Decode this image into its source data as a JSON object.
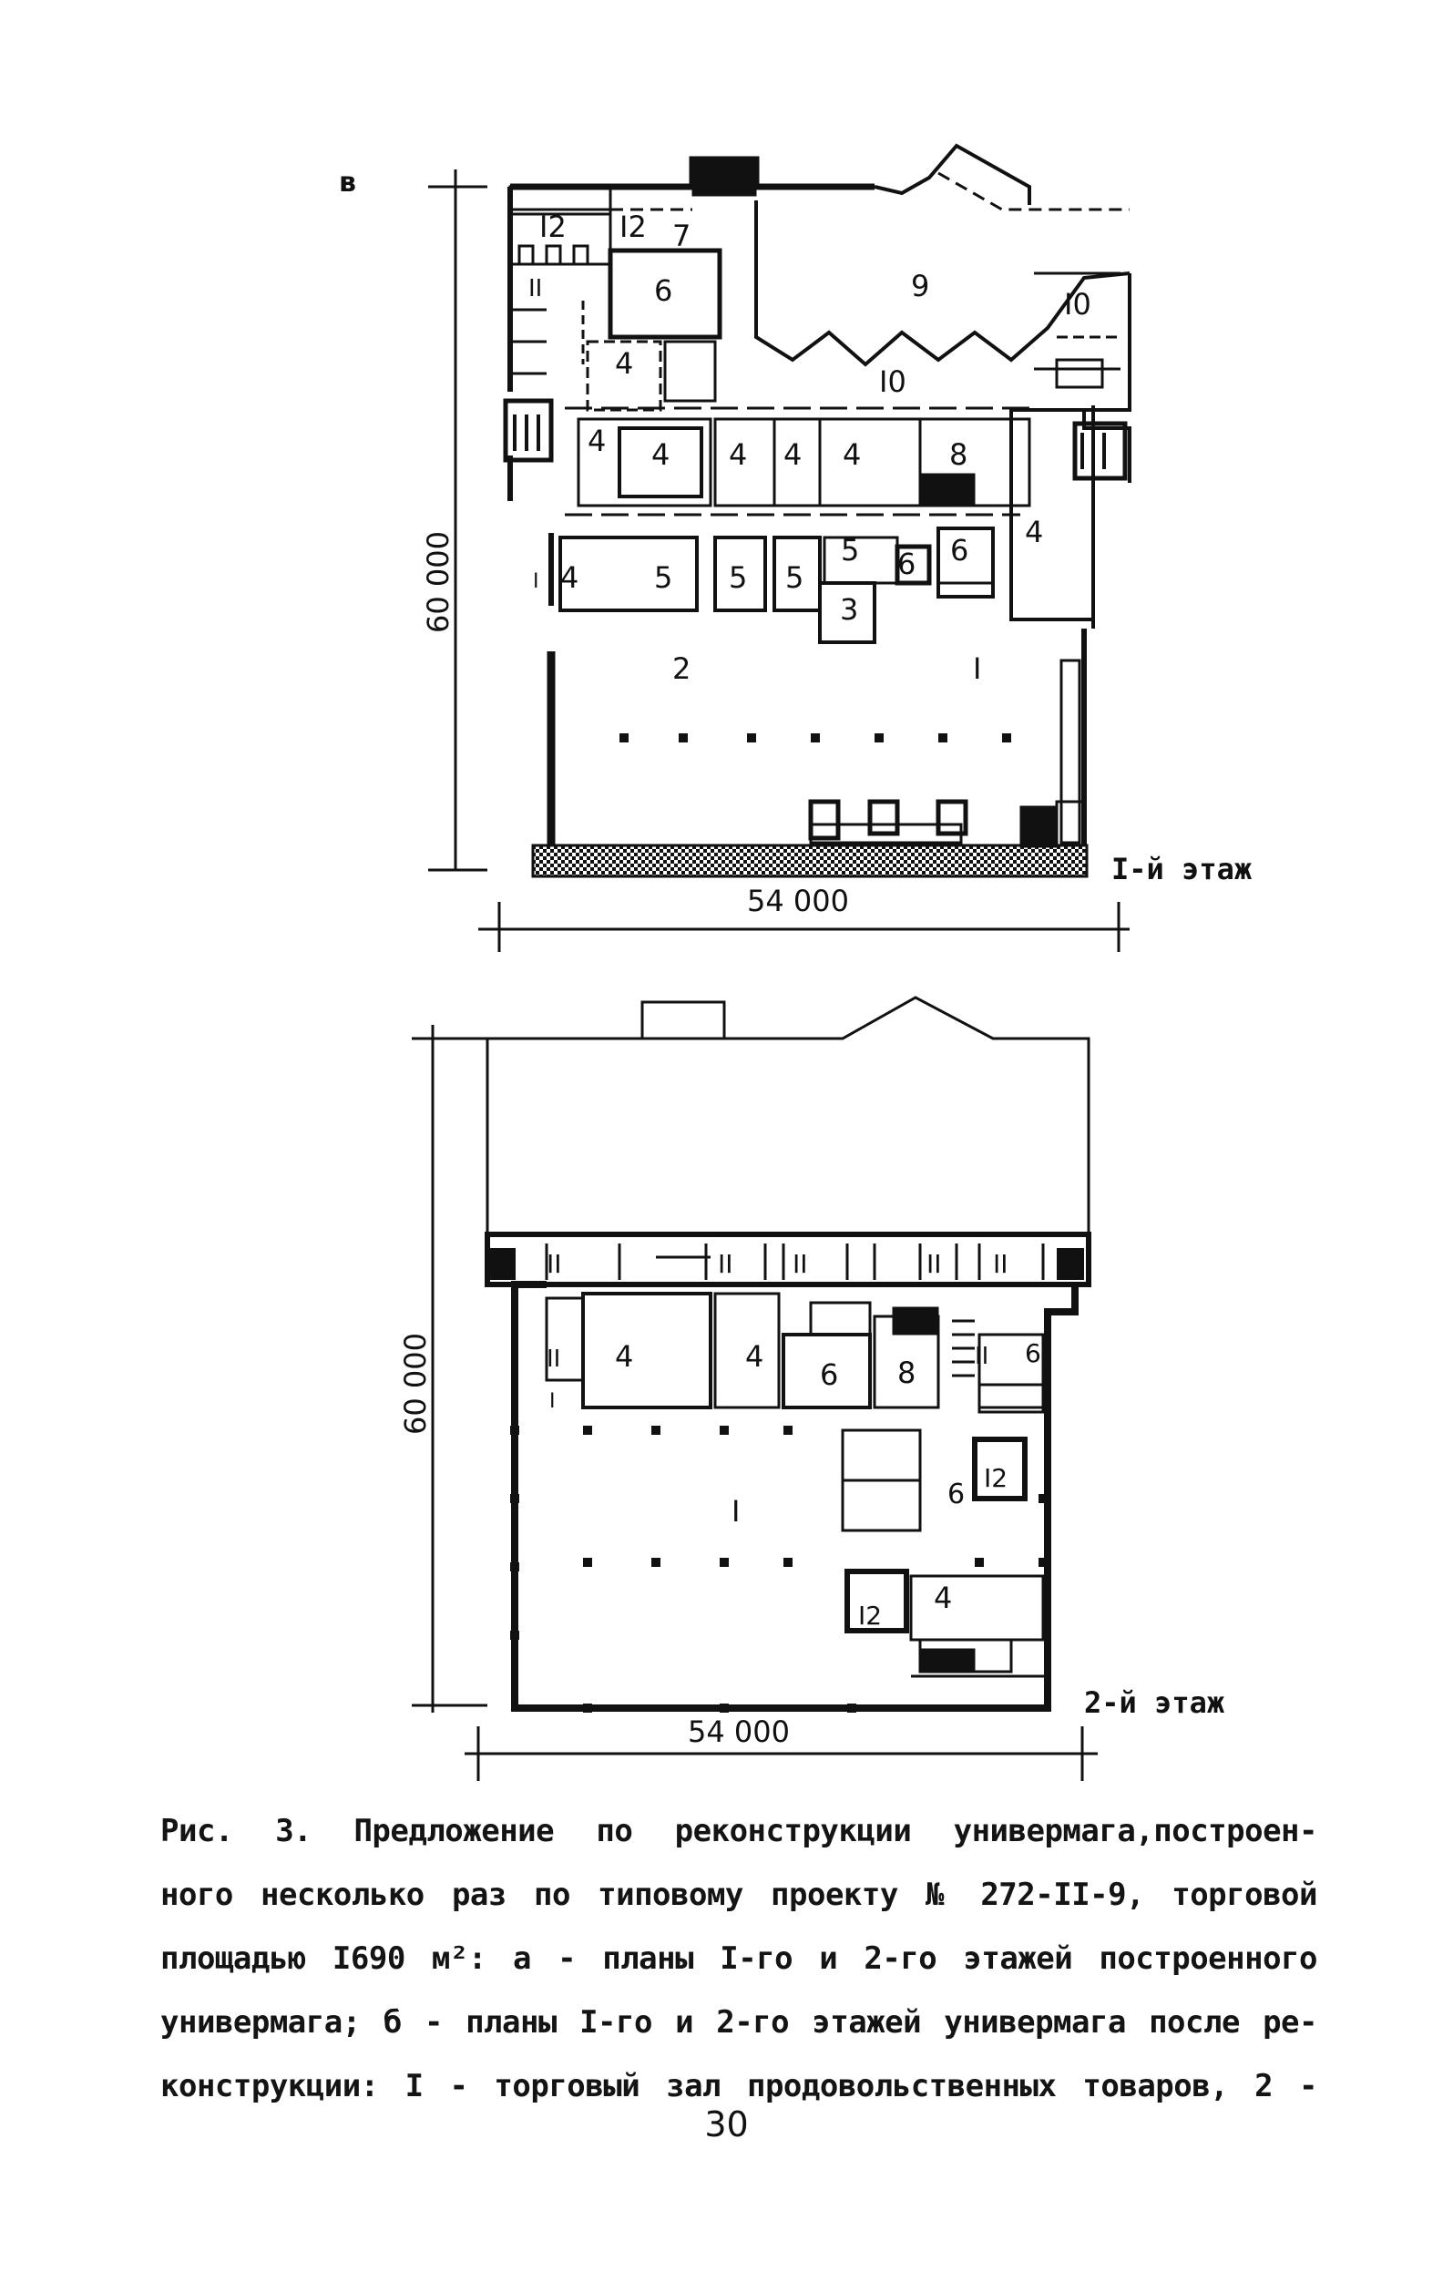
{
  "figure": {
    "panel_label": "в",
    "floor1": {
      "label": "I-й этаж",
      "dim_width": "54 000",
      "dim_height": "60 000",
      "rooms": [
        "I2",
        "I2",
        "7",
        "6",
        "9",
        "I0",
        "I0",
        "4",
        "4",
        "4",
        "4",
        "4",
        "4",
        "8",
        "4",
        "4",
        "5",
        "5",
        "5",
        "5",
        "3",
        "6",
        "6",
        "2",
        "I",
        "I",
        "II"
      ]
    },
    "floor2": {
      "label": "2-й этаж",
      "dim_width": "54 000",
      "dim_height": "60 000",
      "rooms": [
        "II",
        "II",
        "II",
        "II",
        "II",
        "II",
        "4",
        "4",
        "6",
        "8",
        "6",
        "I",
        "I2",
        "6",
        "I2",
        "4",
        "II",
        "I"
      ]
    }
  },
  "caption": {
    "lines": [
      "Рис. 3. Предложение по реконструкции универмага,построен-",
      "ного несколько раз  по  типовому  проекту № 272-II-9, торговой",
      "площадью I690 м²: а  -   планы I-го и 2-го этажей  построенного",
      "универмага; б  - планы I-го и 2-го этажей универмага после ре-",
      "конструкции: I  - торговый зал продовольственных товаров, 2 -"
    ]
  },
  "page_number": "30"
}
